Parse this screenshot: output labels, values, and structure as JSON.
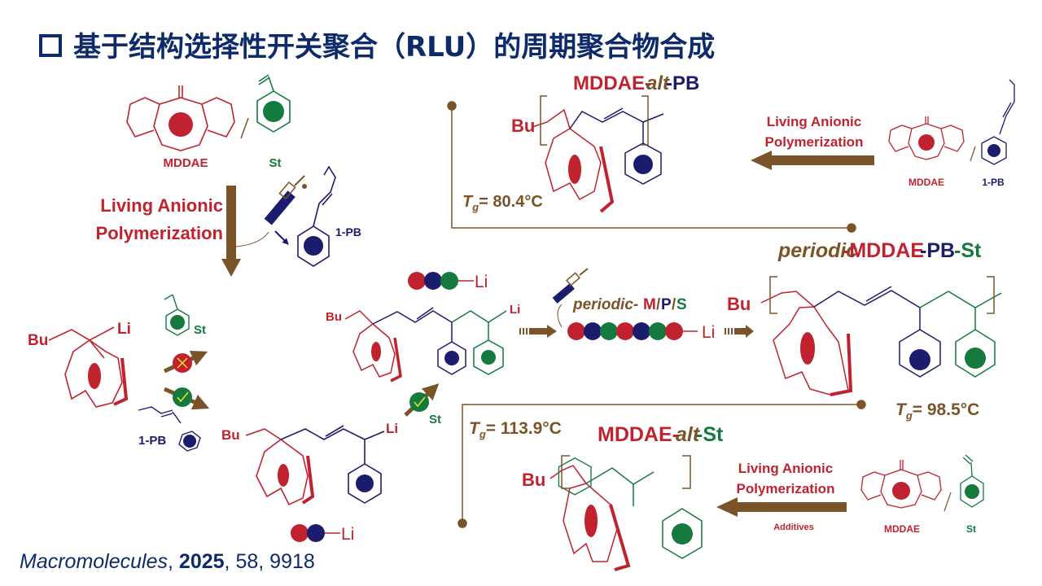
{
  "title": {
    "bullet_icon": "hollow-square",
    "text": "基于结构选择性开关聚合（RLU）的周期聚合物合成"
  },
  "citation": {
    "journal": "Macromolecules",
    "sep1": ", ",
    "year": "2025",
    "sep2": ", ",
    "volume": "58",
    "sep3": ", ",
    "page": "9918"
  },
  "colors": {
    "mddae": "#c0232f",
    "pb": "#1c1c6e",
    "st": "#147a3e",
    "arrow": "#7a5428",
    "title": "#0d2a6b"
  },
  "monomers": {
    "mddae": "MDDAE",
    "st": "St",
    "pb": "1-PB"
  },
  "labels": {
    "lap_line1": "Living Anionic",
    "lap_line2": "Polymerization",
    "additives": "Additives",
    "bu": "Bu",
    "li": "Li"
  },
  "polymers": {
    "alt_pb": {
      "part1": "MDDAE-",
      "part2": "alt",
      "part3": "-PB",
      "tg_prefix": "T",
      "tg_sub": "g",
      "tg_value": "= 80.4",
      "tg_unit": "°C"
    },
    "periodic": {
      "part1": "periodic",
      "part2": "-MDDAE",
      "part3": "-PB",
      "part4": "-St",
      "tg_prefix": "T",
      "tg_sub": "g",
      "tg_value": "= 98.5",
      "tg_unit": "°C"
    },
    "alt_st": {
      "part1": "MDDAE-",
      "part2": "alt",
      "part3": "-St",
      "tg_prefix": "T",
      "tg_sub": "g",
      "tg_value": "= 113.9",
      "tg_unit": "°C"
    }
  },
  "center": {
    "periodic_label_1": "periodic-",
    "periodic_m": "M",
    "slash1": "/",
    "periodic_p": "P",
    "slash2": "/",
    "periodic_s": "S"
  },
  "chain_sequences": {
    "top": [
      "M",
      "P",
      "S"
    ],
    "long": [
      "M",
      "P",
      "S",
      "M",
      "P",
      "S",
      "M"
    ],
    "bottom": [
      "M",
      "P"
    ]
  }
}
